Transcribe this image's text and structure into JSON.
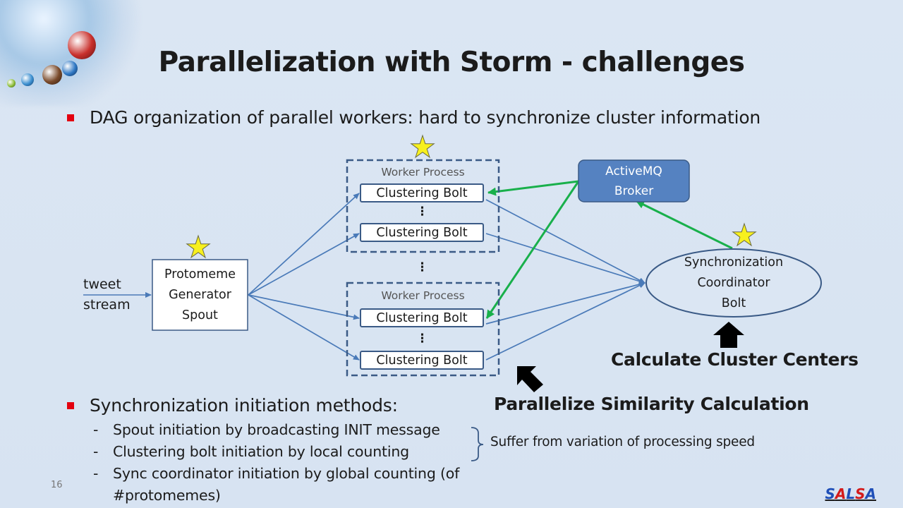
{
  "slide": {
    "title": "Parallelization with Storm - challenges",
    "bullet1": "DAG organization of parallel workers: hard to synchronize cluster information",
    "bullet2": "Synchronization initiation methods:",
    "sub_bullets": [
      "Spout initiation by broadcasting INIT message",
      "Clustering bolt initiation by local counting",
      "Sync coordinator initiation by global counting (of",
      "#protomemes)"
    ],
    "sub_bullet_marker": "-",
    "brace_note": "Suffer from variation of processing speed",
    "slide_number": "16",
    "logo": {
      "letters": [
        "S",
        "A",
        "L",
        "S",
        "A"
      ],
      "colors": [
        "#1f4fb8",
        "#d41b1b",
        "#1f4fb8",
        "#d41b1b",
        "#1f4fb8"
      ]
    }
  },
  "diagram": {
    "input_label": [
      "tweet",
      "stream"
    ],
    "spout": [
      "Protomeme",
      "Generator",
      "Spout"
    ],
    "worker_process_label": "Worker Process",
    "clustering_bolt": "Clustering Bolt",
    "vertical_dots": "⋮",
    "broker": [
      "ActiveMQ",
      "Broker"
    ],
    "coordinator": [
      "Synchronization",
      "Coordinator",
      "Bolt"
    ],
    "callout_centers": "Calculate Cluster Centers",
    "callout_similarity": "Parallelize Similarity Calculation"
  },
  "colors": {
    "edge_blue": "#4a7ab8",
    "sync_green": "#19b04b",
    "broker_fill": "#5582c1",
    "star_fill": "#f7f01e",
    "bullet_red": "#e3000f"
  },
  "icons": [
    "star-icon",
    "black-arrow-up-icon",
    "black-arrow-diagonal-icon",
    "globe-decoration"
  ]
}
